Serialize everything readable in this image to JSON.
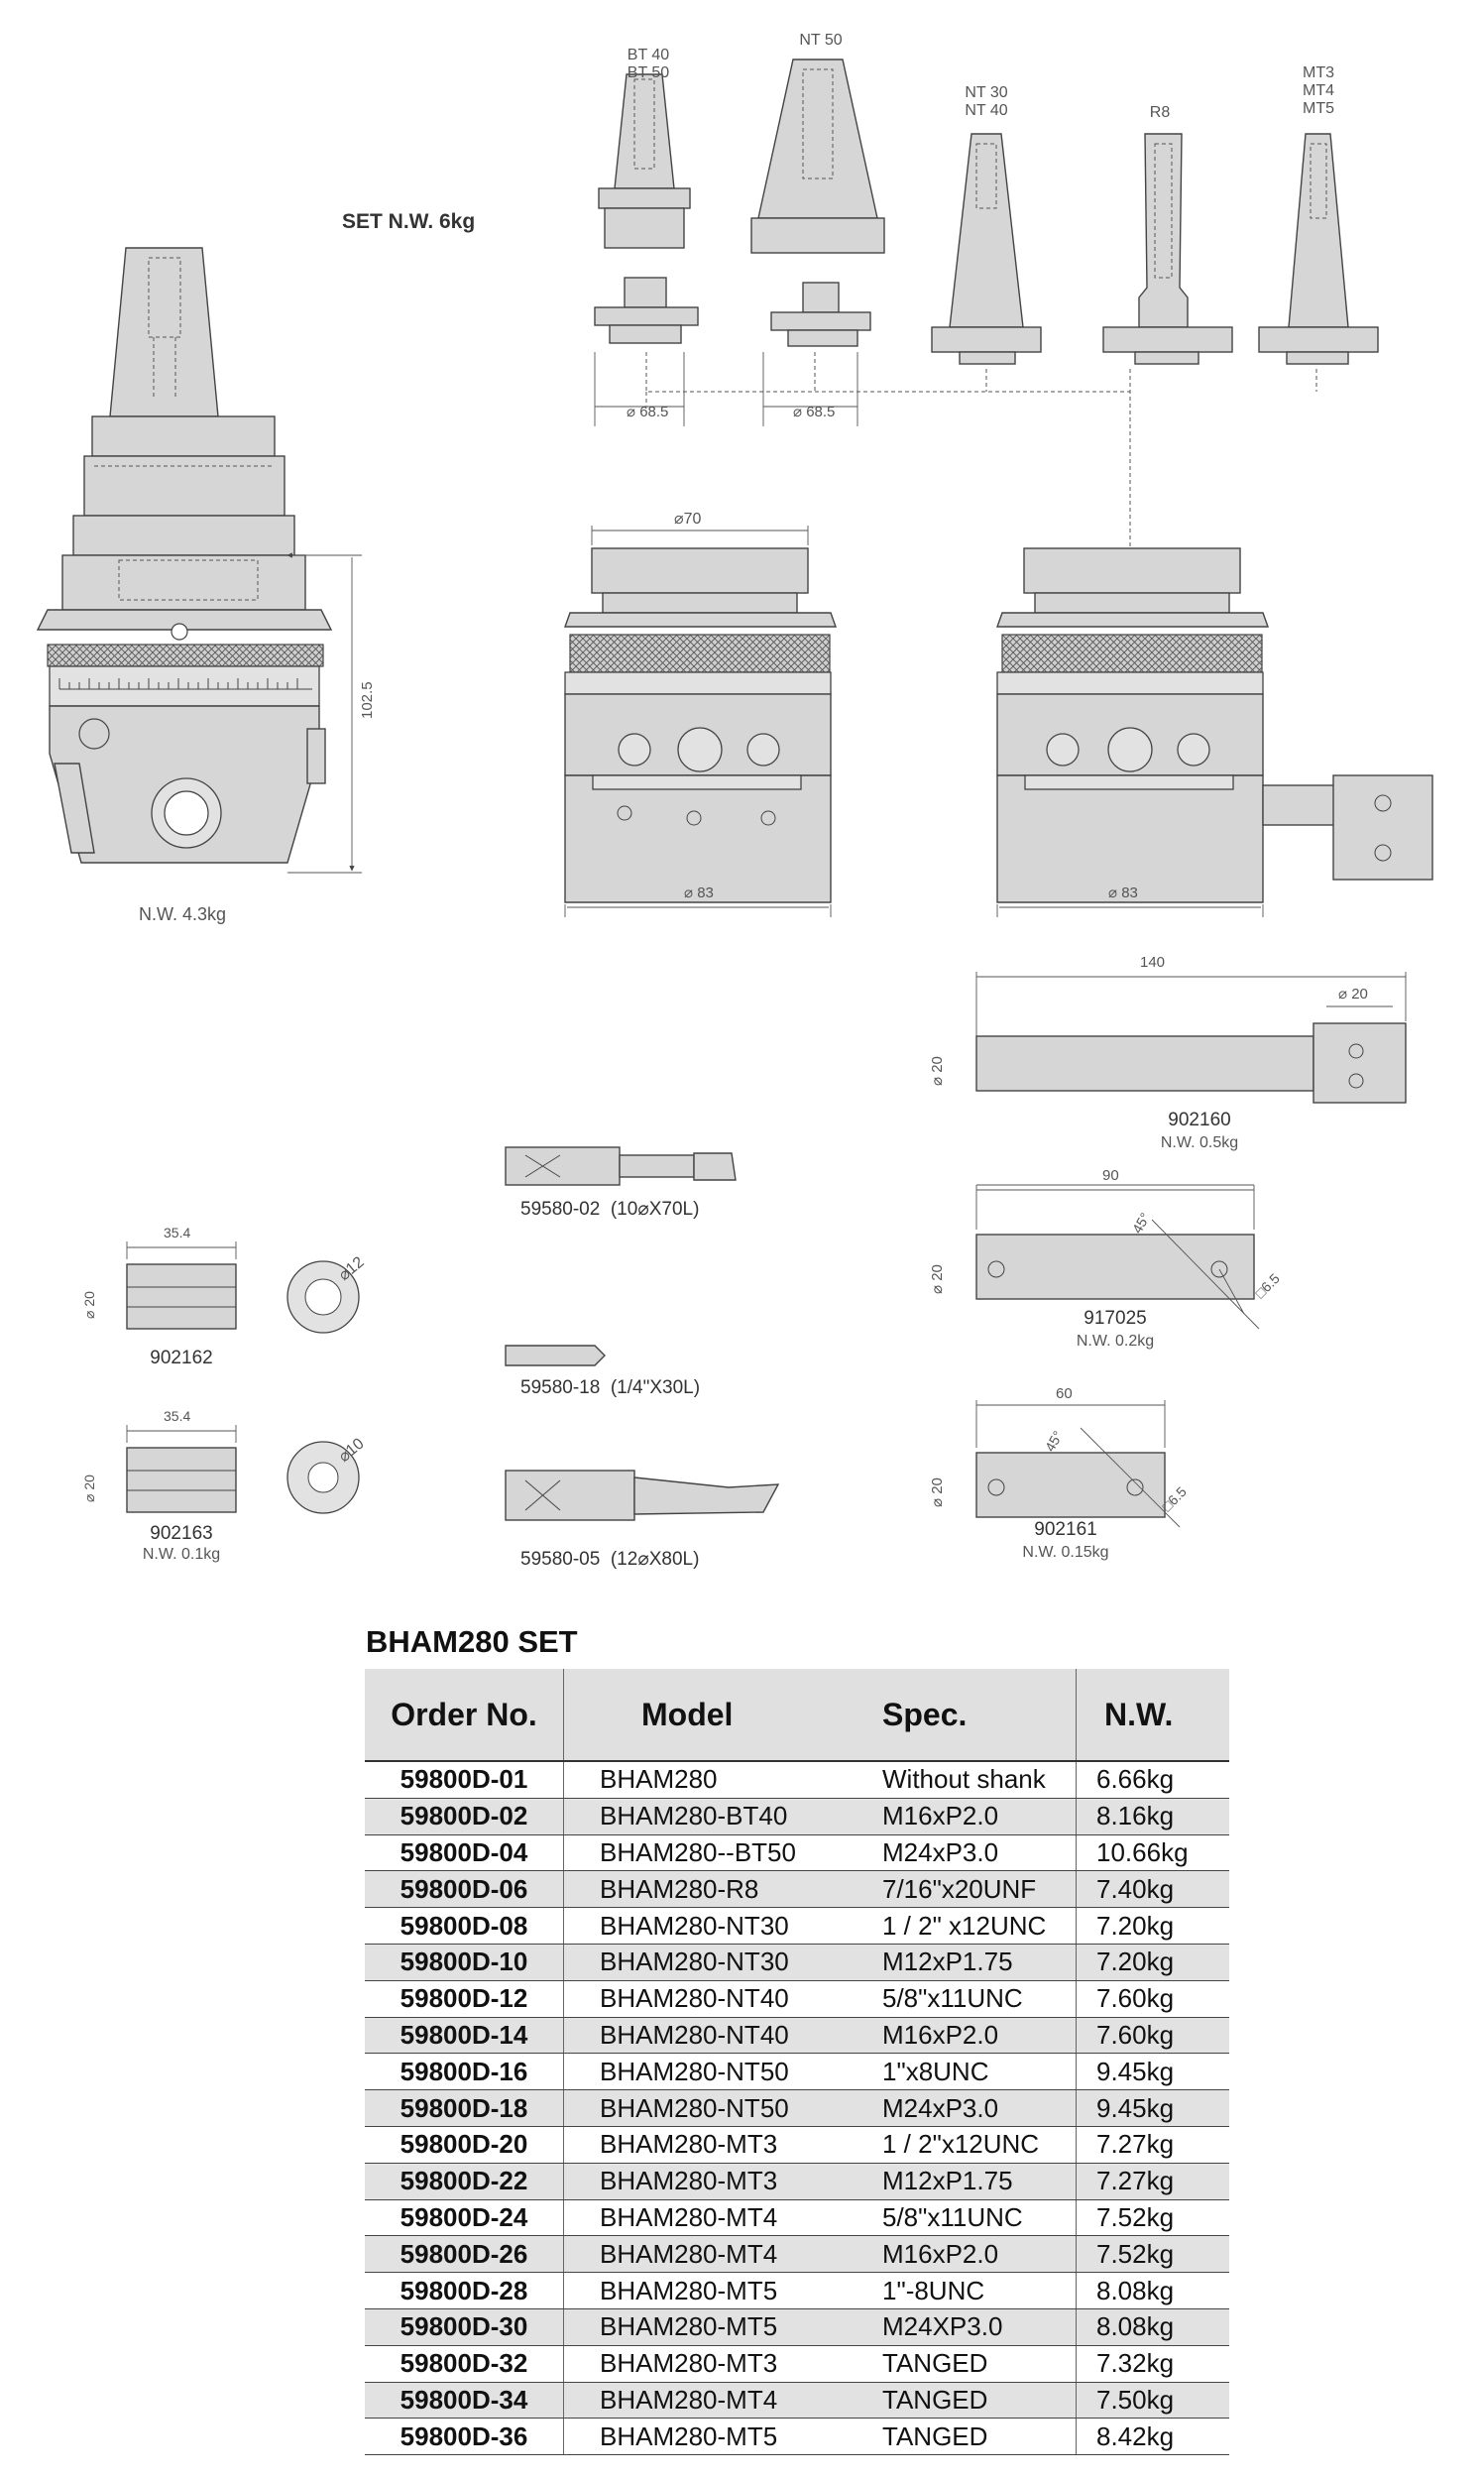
{
  "labels": {
    "set_nw": "SET N.W. 6kg",
    "head_nw": "N.W. 4.3kg",
    "dim_102_5": "102.5",
    "bt": "BT 40\nBT 50",
    "nt50": "NT 50",
    "nt3040": "NT 30\nNT 40",
    "r8": "R8",
    "mt": "MT3\nMT4\nMT5",
    "d68_a": "⌀ 68.5",
    "d68_b": "⌀ 68.5",
    "d70": "⌀70",
    "d83_a": "⌀ 83",
    "d83_b": "⌀ 83",
    "d140": "140",
    "d20_bar": "⌀ 20",
    "d20_end": "⌀ 20",
    "p902160": "902160",
    "nw902160": "N.W. 0.5kg",
    "d90": "90",
    "a45_1": "45°",
    "s65_1": "□6.5",
    "p917025": "917025",
    "nw917025": "N.W. 0.2kg",
    "d60": "60",
    "a45_2": "45°",
    "s65_2": "□6.5",
    "p902161": "902161",
    "nw902161": "N.W. 0.15kg",
    "d354_a": "35.4",
    "d20_c1": "⌀ 20",
    "d12": "⌀12",
    "p902162": "902162",
    "d354_b": "35.4",
    "d20_c2": "⌀ 20",
    "d10": "⌀10",
    "p902163": "902163",
    "nw902163": "N.W. 0.1kg",
    "bar1": "59580-02  (10⌀X70L)",
    "bar2": "59580-18  (1/4\"X30L)",
    "bar3": "59580-05  (12⌀X80L)"
  },
  "table": {
    "title": "BHAM280 SET",
    "headers": {
      "order": "Order No.",
      "model": "Model",
      "spec": "Spec.",
      "nw": "N.W."
    },
    "rows": [
      [
        "59800D-01",
        "BHAM280",
        "Without shank",
        "6.66kg"
      ],
      [
        "59800D-02",
        "BHAM280-BT40",
        "M16xP2.0",
        "8.16kg"
      ],
      [
        "59800D-04",
        "BHAM280--BT50",
        "M24xP3.0",
        "10.66kg"
      ],
      [
        "59800D-06",
        "BHAM280-R8",
        "7/16\"x20UNF",
        "7.40kg"
      ],
      [
        "59800D-08",
        "BHAM280-NT30",
        "1 / 2\" x12UNC",
        "7.20kg"
      ],
      [
        "59800D-10",
        "BHAM280-NT30",
        "M12xP1.75",
        "7.20kg"
      ],
      [
        "59800D-12",
        "BHAM280-NT40",
        "5/8\"x11UNC",
        "7.60kg"
      ],
      [
        "59800D-14",
        "BHAM280-NT40",
        "M16xP2.0",
        "7.60kg"
      ],
      [
        "59800D-16",
        "BHAM280-NT50",
        "1\"x8UNC",
        "9.45kg"
      ],
      [
        "59800D-18",
        "BHAM280-NT50",
        "M24xP3.0",
        "9.45kg"
      ],
      [
        "59800D-20",
        "BHAM280-MT3",
        "1 / 2\"x12UNC",
        "7.27kg"
      ],
      [
        "59800D-22",
        "BHAM280-MT3",
        "M12xP1.75",
        "7.27kg"
      ],
      [
        "59800D-24",
        "BHAM280-MT4",
        "5/8\"x11UNC",
        "7.52kg"
      ],
      [
        "59800D-26",
        "BHAM280-MT4",
        "M16xP2.0",
        "7.52kg"
      ],
      [
        "59800D-28",
        "BHAM280-MT5",
        "1\"-8UNC",
        "8.08kg"
      ],
      [
        "59800D-30",
        "BHAM280-MT5",
        "M24XP3.0",
        "8.08kg"
      ],
      [
        "59800D-32",
        "BHAM280-MT3",
        "TANGED",
        "7.32kg"
      ],
      [
        "59800D-34",
        "BHAM280-MT4",
        "TANGED",
        "7.50kg"
      ],
      [
        "59800D-36",
        "BHAM280-MT5",
        "TANGED",
        "8.42kg"
      ]
    ]
  },
  "colors": {
    "part_fill": "#d6d6d6",
    "table_shade": "#e2e2e2",
    "line": "#444444"
  }
}
